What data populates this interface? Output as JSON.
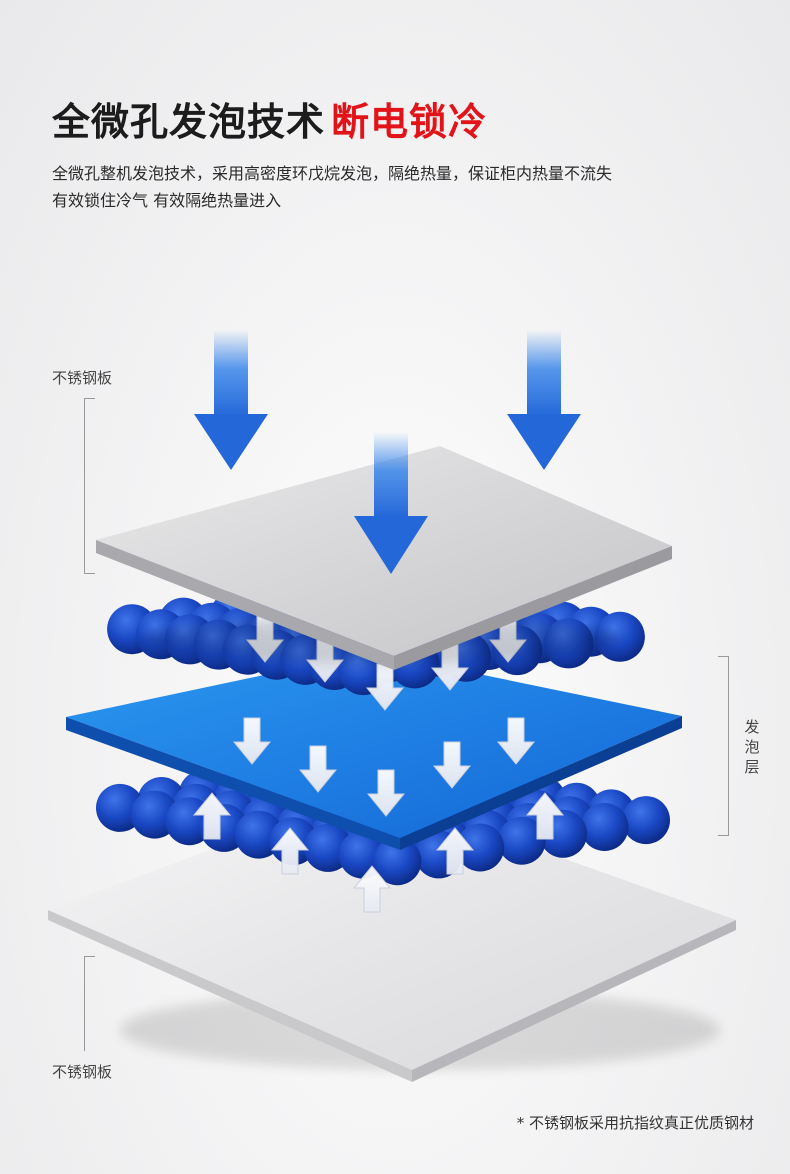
{
  "header": {
    "title_main": "全微孔发泡技术",
    "title_accent": "断电锁冷",
    "desc_line1": "全微孔整机发泡技术，采用高密度环戊烷发泡，隔绝热量，保证柜内热量不流失",
    "desc_line2": "有效锁住冷气 有效隔绝热量进入"
  },
  "labels": {
    "top_plate": "不锈钢板",
    "foam_layer": "发泡层",
    "bottom_plate": "不锈钢板"
  },
  "footnote": "* 不锈钢板采用抗指纹真正优质钢材",
  "colors": {
    "accent": "#e1141a",
    "foam_blue": "#1a48c4",
    "foam_sheet_blue": "#1e7fe0",
    "arrow_blue": "#2f7fe6"
  }
}
